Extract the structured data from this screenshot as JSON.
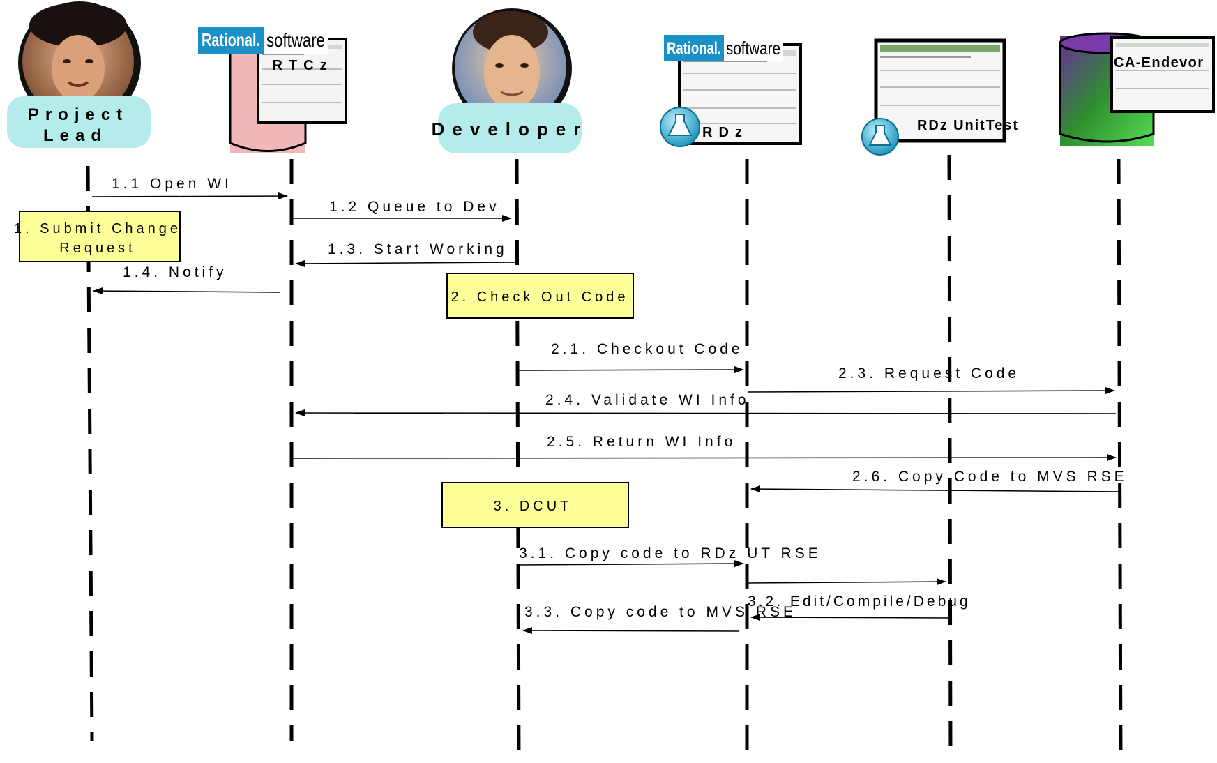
{
  "actors": [
    {
      "id": "lead",
      "label_lines": [
        "Project",
        "Lead"
      ],
      "kind": "person-female"
    },
    {
      "id": "rtcz",
      "label_lines": [
        "RTCz"
      ],
      "logo_text": [
        "Rational.",
        "software"
      ],
      "kind": "server"
    },
    {
      "id": "dev",
      "label_lines": [
        "Developer"
      ],
      "kind": "person-male"
    },
    {
      "id": "rdz",
      "label_lines": [
        "RDz"
      ],
      "logo_text": [
        "Rational.",
        "software"
      ],
      "kind": "window-flask"
    },
    {
      "id": "rdzut",
      "label_lines": [
        "RDz UnitTest"
      ],
      "kind": "window-flask"
    },
    {
      "id": "endevor",
      "label_lines": [
        "CA-Endevor"
      ],
      "kind": "server"
    }
  ],
  "notes": [
    {
      "id": "submit",
      "lines": [
        "1. Submit Change",
        "Request"
      ]
    },
    {
      "id": "checkout",
      "lines": [
        "2. Check Out Code"
      ]
    },
    {
      "id": "dcut",
      "lines": [
        "3. DCUT"
      ]
    }
  ],
  "messages": [
    {
      "label": "1.1 Open WI",
      "from": "lead",
      "to": "rtcz"
    },
    {
      "label": "1.2 Queue to Dev",
      "from": "rtcz",
      "to": "dev"
    },
    {
      "label": "1.3. Start Working",
      "from": "dev",
      "to": "rtcz"
    },
    {
      "label": "1.4. Notify",
      "from": "rtcz",
      "to": "lead"
    },
    {
      "label": "2.1. Checkout Code",
      "from": "dev",
      "to": "rdz"
    },
    {
      "label": "2.3. Request Code",
      "from": "rdz",
      "to": "endevor"
    },
    {
      "label": "2.4. Validate WI Info",
      "from": "endevor",
      "to": "rtcz"
    },
    {
      "label": "2.5. Return WI Info",
      "from": "rtcz",
      "to": "endevor"
    },
    {
      "label": "2.6. Copy Code to MVS RSE",
      "from": "endevor",
      "to": "rdz"
    },
    {
      "label": "3.1. Copy code to RDz UT RSE",
      "from": "dev",
      "to": "rdz"
    },
    {
      "label": "3.2. Edit/Compile/Debug",
      "from": "rdz",
      "to": "rdzut"
    },
    {
      "label": "3.2. Edit/Compile/Debug",
      "from": "rdzut",
      "to": "rdz"
    },
    {
      "label": "3.3. Copy code to MVS RSE",
      "from": "rdz",
      "to": "dev"
    }
  ],
  "colors": {
    "label_bubble": "#b4ecec",
    "note_fill": "#ffff99",
    "rational_blue": "#1a8fc8",
    "rtcz_cylinder": "#f2b8b8",
    "endevor_cylinder": "#33aa33",
    "line": "#000000"
  }
}
